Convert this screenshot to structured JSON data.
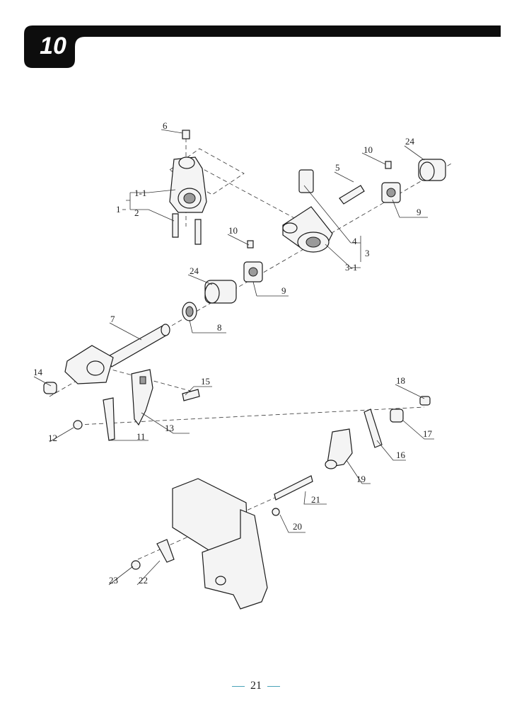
{
  "header": {
    "section_number": "10"
  },
  "callouts": {
    "c1": "1",
    "c1_1": "1-1",
    "c2": "2",
    "c3": "3",
    "c3_1": "3-1",
    "c4": "4",
    "c5": "5",
    "c6": "6",
    "c7": "7",
    "c8": "8",
    "c9a": "9",
    "c9b": "9",
    "c10a": "10",
    "c10b": "10",
    "c11": "11",
    "c12": "12",
    "c13": "13",
    "c14": "14",
    "c15": "15",
    "c16": "16",
    "c17": "17",
    "c18": "18",
    "c19": "19",
    "c20": "20",
    "c21": "21",
    "c22": "22",
    "c23": "23",
    "c24a": "24",
    "c24b": "24"
  },
  "footer": {
    "page_number": "21"
  }
}
